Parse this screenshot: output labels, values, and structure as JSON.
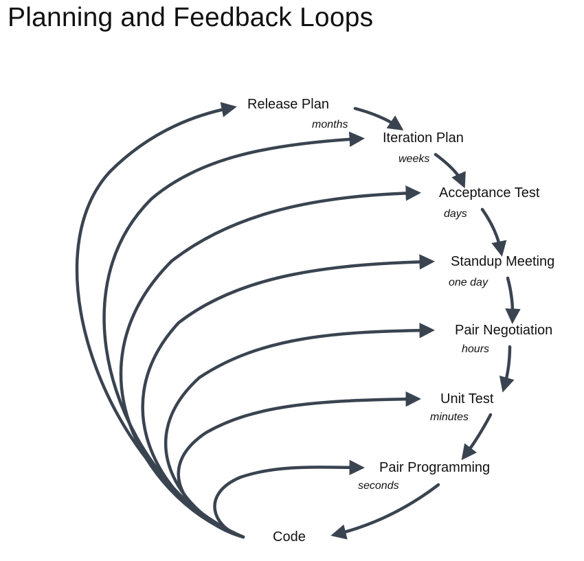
{
  "title": "Planning and Feedback Loops",
  "colors": {
    "arrow": "#3a4450",
    "text": "#111111",
    "background": "#ffffff"
  },
  "source_node": {
    "label": "Code"
  },
  "nodes": [
    {
      "label": "Release Plan",
      "timescale": "months"
    },
    {
      "label": "Iteration Plan",
      "timescale": "weeks"
    },
    {
      "label": "Acceptance Test",
      "timescale": "days"
    },
    {
      "label": "Standup Meeting",
      "timescale": "one day"
    },
    {
      "label": "Pair Negotiation",
      "timescale": "hours"
    },
    {
      "label": "Unit Test",
      "timescale": "minutes"
    },
    {
      "label": "Pair Programming",
      "timescale": "seconds"
    }
  ]
}
